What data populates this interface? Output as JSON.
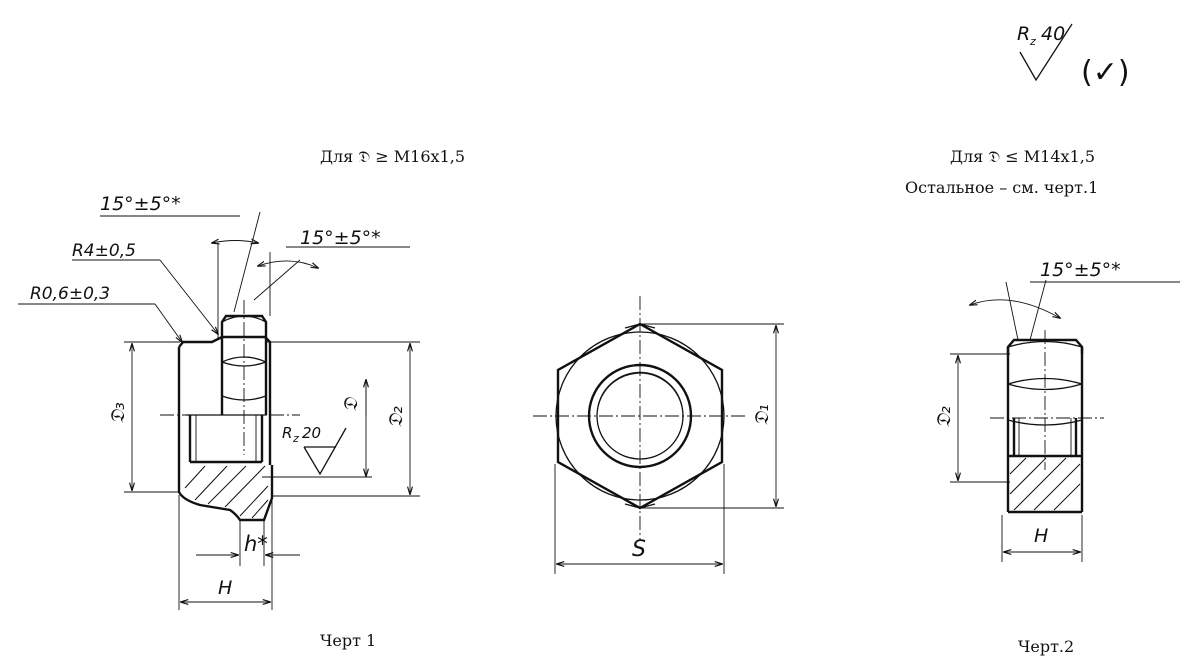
{
  "header": {
    "caption_left": "Для  𝔇 ≥ M16x1,5",
    "caption_right": "Для  𝔇 ≤ M14x1,5",
    "note_right": "Остальное – см. черт.1"
  },
  "roughness": {
    "main_prefix": "R",
    "main_sub": "z",
    "main_value": "40",
    "main_symbol": "(✓)",
    "bore_prefix": "R",
    "bore_sub": "z",
    "bore_value": "20"
  },
  "labels": {
    "angle_top": "15°±5°*",
    "angle_mid": "15°±5°*",
    "angle_right": "15°±5°*",
    "radius_large": "R4±0,5",
    "radius_small": "R0,6±0,3",
    "d3": "𝔇₃",
    "d": "𝔇",
    "d2": "𝔇₂",
    "d1": "𝔇₁",
    "s": "S",
    "h_star": "h*",
    "h_left": "H",
    "d2_right": "𝔇₂",
    "h_right": "H"
  },
  "captions": {
    "fig1": "Черт 1",
    "fig2": "Черт.2"
  }
}
